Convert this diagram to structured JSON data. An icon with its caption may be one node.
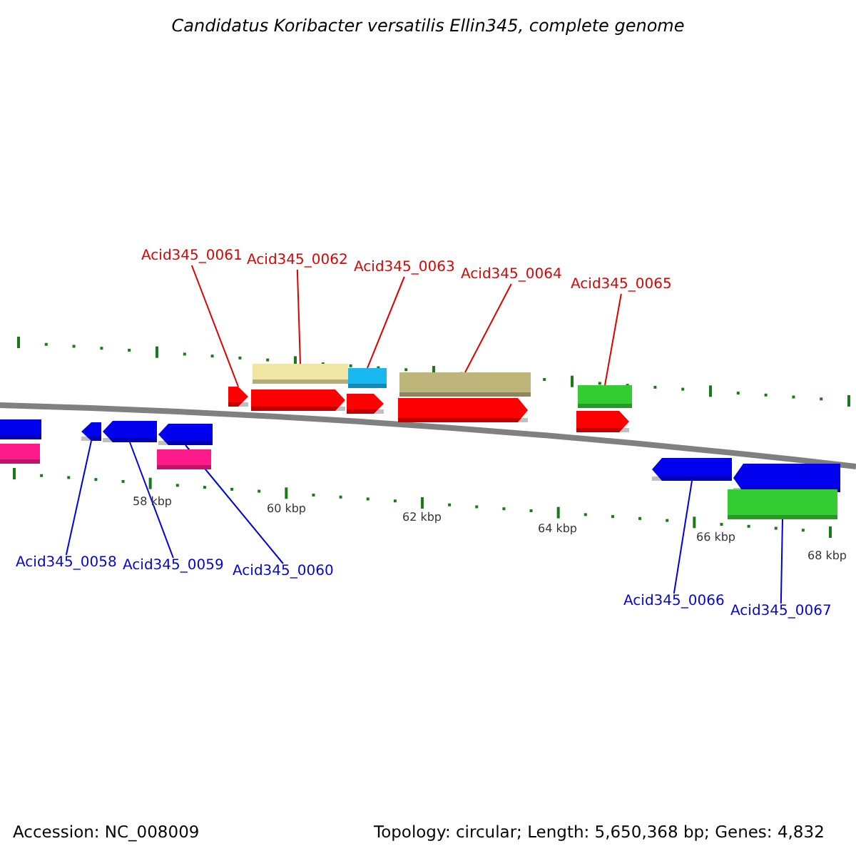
{
  "diagram": {
    "title": "Candidatus Koribacter versatilis Ellin345, complete genome",
    "nodes": [
      {
        "text": [
          "Acid345_0061"
        ]
      },
      {
        "text": [
          "Acid345_0062"
        ]
      },
      {
        "text": [
          "Acid345_0063"
        ]
      },
      {
        "text": [
          "Acid345_0064"
        ]
      },
      {
        "text": [
          "Acid345_0065"
        ]
      },
      {
        "text": [
          "Acid345_0058"
        ]
      },
      {
        "text": [
          "Acid345_0059"
        ]
      },
      {
        "text": [
          "Acid345_0060"
        ]
      },
      {
        "text": [
          "Acid345_0066"
        ]
      },
      {
        "text": [
          "Acid345_0067"
        ]
      },
      {
        "text": [],
        "shape": "bar"
      },
      {
        "text": [],
        "shape": "bar"
      },
      {
        "text": [],
        "shape": "bar"
      },
      {
        "text": [],
        "shape": "bar"
      },
      {
        "text": [],
        "shape": "bar"
      },
      {
        "text": [],
        "shape": "bar"
      },
      {
        "text": [],
        "shape": "bar"
      },
      {
        "text": [],
        "shape": "bar"
      },
      {
        "text": [],
        "shape": "bar"
      },
      {
        "text": [],
        "shape": "bar"
      },
      {
        "text": [],
        "shape": "bar"
      },
      {
        "text": [],
        "shape": "bar"
      },
      {
        "text": [],
        "shape": "bar"
      },
      {
        "text": [],
        "shape": "bar"
      },
      {
        "text": [],
        "shape": "bar"
      },
      {
        "text": [],
        "shape": "bar"
      },
      {
        "text": [],
        "shape": "bar"
      },
      {
        "text": [],
        "shape": "bar"
      }
    ],
    "edges": [
      {
        "from": 0,
        "to": 14,
        "arrow": "none"
      },
      {
        "from": 1,
        "to": 10,
        "arrow": "none"
      },
      {
        "from": 2,
        "to": 11,
        "arrow": "none"
      },
      {
        "from": 3,
        "to": 12,
        "arrow": "none"
      },
      {
        "from": 4,
        "to": 13,
        "arrow": "none"
      },
      {
        "from": 5,
        "to": 20,
        "arrow": "none",
        "color": "#0000e0"
      },
      {
        "from": 6,
        "to": 21,
        "arrow": "none",
        "color": "#0000e0"
      },
      {
        "from": 7,
        "to": 22,
        "arrow": "none",
        "color": "#0000e0"
      },
      {
        "from": 8,
        "to": 25,
        "arrow": "none",
        "color": "#0000e0"
      },
      {
        "from": 9,
        "to": 27,
        "arrow": "none",
        "color": "#0000e0"
      }
    ],
    "labels": [
      "58 kbp",
      "60 kbp",
      "62 kbp",
      "64 kbp",
      "66 kbp",
      "68 kbp",
      "Accession: NC_008009",
      "Topology: circular; Length: 5,650,368 bp; Genes: 4,832"
    ]
  }
}
